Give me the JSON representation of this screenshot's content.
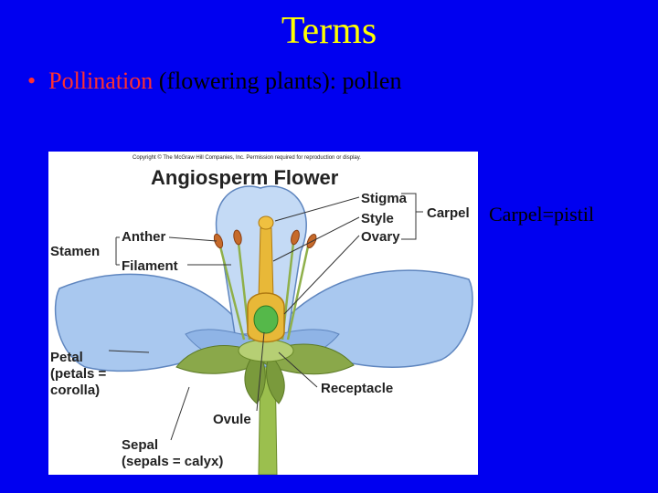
{
  "slide": {
    "title": "Terms",
    "bullet": {
      "term": "Pollination",
      "rest": " (flowering plants): pollen"
    },
    "side_note": "Carpel=pistil"
  },
  "figure": {
    "copyright": "Copyright © The McGraw Hill Companies, Inc. Permission required for reproduction or display.",
    "heading": "Angiosperm Flower",
    "labels": {
      "stigma": "Stigma",
      "style": "Style",
      "ovary": "Ovary",
      "carpel": "Carpel",
      "anther": "Anther",
      "stamen": "Stamen",
      "filament": "Filament",
      "petal_1": "Petal",
      "petal_2": "(petals =",
      "petal_3": "corolla)",
      "receptacle": "Receptacle",
      "ovule": "Ovule",
      "sepal_1": "Sepal",
      "sepal_2": "(sepals = calyx)"
    }
  },
  "colors": {
    "background": "#0000f0",
    "title": "#ffff00",
    "term": "#ff3030",
    "petal": "#a9c8ef",
    "sepal": "#7a9a3c",
    "style": "#e8b838",
    "ovule": "#55b84a"
  }
}
